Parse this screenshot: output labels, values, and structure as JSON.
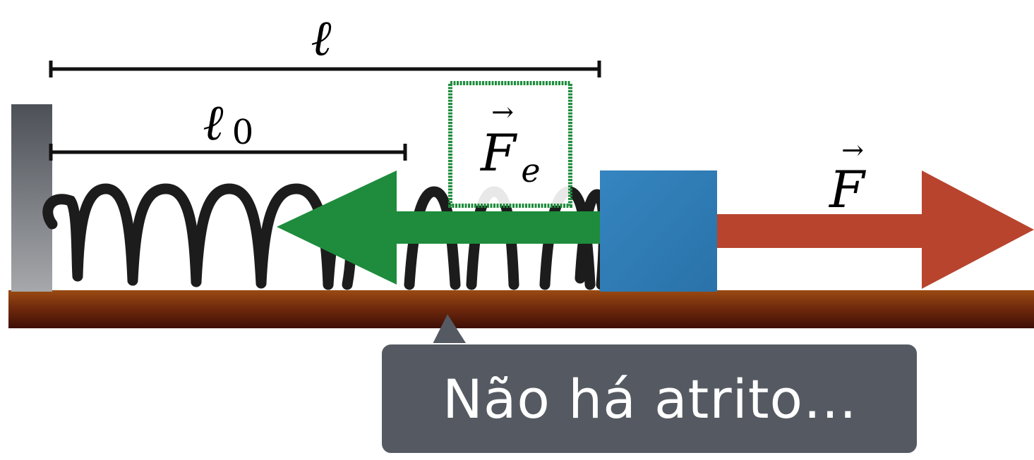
{
  "labels": {
    "ell": "ℓ",
    "ell0_main": "ℓ",
    "ell0_sub": "0",
    "fe_main": "F",
    "fe_sub": "e",
    "f_main": "F",
    "vector_arrow": "→"
  },
  "callout": {
    "text": "Não há atrito…"
  },
  "colors": {
    "wall": "#5a5e64",
    "floor": "#8a3a10",
    "spring": "#1c1c1c",
    "block": "#2f7db8",
    "elastic_force": "#1e8c3c",
    "applied_force": "#b8442e",
    "dimension_lines": "#111111",
    "callout": "#555a62"
  },
  "icons": [
    "wall",
    "spring",
    "block",
    "elastic-force-arrow",
    "applied-force-arrow",
    "floor",
    "callout-bubble"
  ]
}
